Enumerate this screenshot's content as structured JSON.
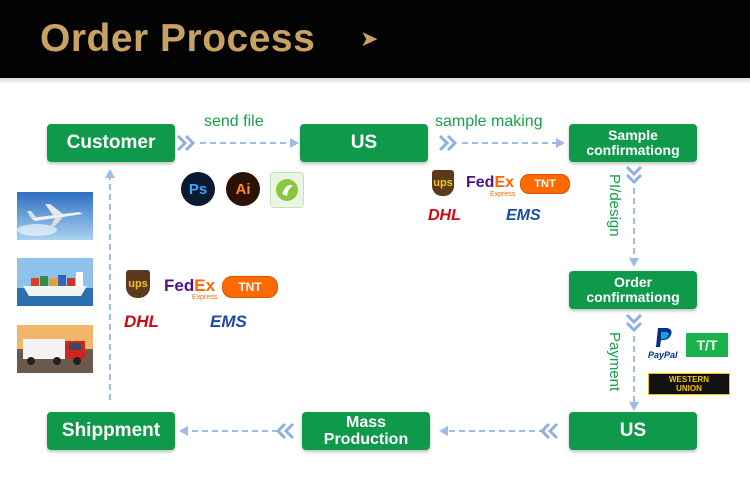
{
  "header": {
    "title": "Order Process",
    "arrow": "➤"
  },
  "steps": {
    "customer": "Customer",
    "us_top": "US",
    "sample_confirmation": [
      "Sample",
      "confirmationg"
    ],
    "order_confirmation": [
      "Order",
      "confirmationg"
    ],
    "us_bottom": "US",
    "mass_production": [
      "Mass",
      "Production"
    ],
    "shippment": "Shippment"
  },
  "labels": {
    "send_file": "send file",
    "sample_making": "sample making",
    "pi_design": "PI/design",
    "payment": "Payment"
  },
  "software_icons": {
    "ps": "Ps",
    "ai": "Ai"
  },
  "couriers": {
    "ups": "ups",
    "fedex_fed": "Fed",
    "fedex_ex": "Ex",
    "fedex_express": "Express",
    "tnt": "TNT",
    "dhl": "DHL",
    "ems": "EMS"
  },
  "payments": {
    "paypal": "PayPal",
    "tt": "T/T",
    "western_union": [
      "WESTERN",
      "UNION"
    ]
  },
  "colors": {
    "green": "#0e9a4a",
    "gold": "#c9a263",
    "arrow_blue": "#9dbbe6",
    "label_green": "#14a14a"
  }
}
